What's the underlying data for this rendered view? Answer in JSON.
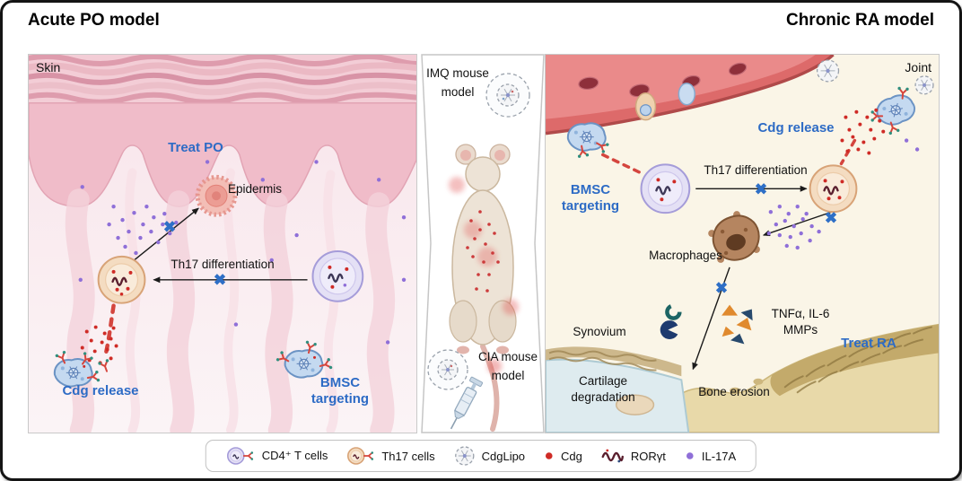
{
  "titles": {
    "left": "Acute PO model",
    "right": "Chronic RA model"
  },
  "skin_panel": {
    "region_label": "Skin",
    "treat_label": "Treat PO",
    "epidermis_label": "Epidermis",
    "th17_label": "Th17 differentiation",
    "cdg_release_label": "Cdg release",
    "bmsc_label": "BMSC targeting"
  },
  "mouse_panel": {
    "imq_label": "IMQ mouse model",
    "cia_label": "CIA mouse model"
  },
  "joint_panel": {
    "region_label": "Joint",
    "cdg_release_label": "Cdg release",
    "bmsc_label": "BMSC targeting",
    "th17_label": "Th17 differentiation",
    "macrophages_label": "Macrophages",
    "cytokines_line1": "TNFα, IL-6",
    "cytokines_line2": "MMPs",
    "synovium_label": "Synovium",
    "treat_label": "Treat RA",
    "cartilage_label": "Cartilage degradation",
    "bone_label": "Bone erosion"
  },
  "legend": {
    "items": [
      {
        "id": "cd4",
        "label": "CD4⁺ T cells"
      },
      {
        "id": "th17",
        "label": "Th17 cells"
      },
      {
        "id": "cdglipo",
        "label": "CdgLipo"
      },
      {
        "id": "cdg",
        "label": "Cdg"
      },
      {
        "id": "roryt",
        "label": "RORγt"
      },
      {
        "id": "il17a",
        "label": "IL-17A"
      }
    ]
  },
  "icons": {
    "blocked_cross": "✖"
  },
  "colors": {
    "accent_blue": "#2D6BC5",
    "cdg_red": "#CF2B26",
    "il17a_purple": "#8F6FD8",
    "panel_border": "#C9C9C9"
  }
}
